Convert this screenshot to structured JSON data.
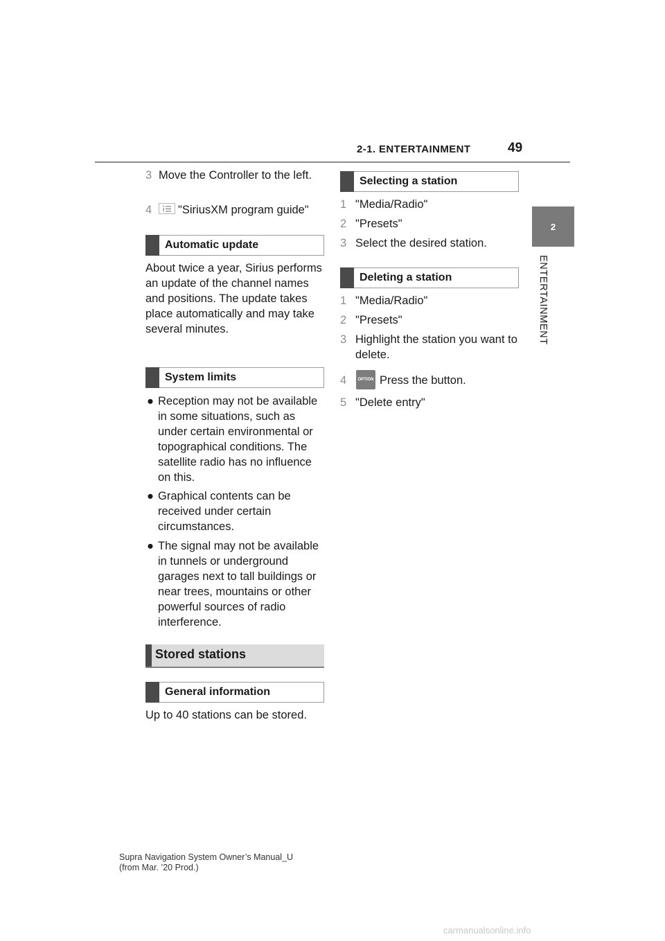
{
  "header": {
    "section": "2-1. ENTERTAINMENT",
    "page_number": "49"
  },
  "side_tab": {
    "chapter_number": "2",
    "chapter_label": "ENTERTAINMENT"
  },
  "left_column": {
    "step3_num": "3",
    "step3_text": "Move the Controller to the left.",
    "step4_num": "4",
    "step4_text": "\"SiriusXM program guide\"",
    "automatic_update_heading": "Automatic update",
    "automatic_update_text": "About twice a year, Sirius performs an update of the channel names and positions. The update takes place automatically and may take several minutes.",
    "system_limits_heading": "System limits",
    "bullets": [
      "Reception may not be available in some situations, such as under certain environmental or topographical conditions. The satellite radio has no influence on this.",
      "Graphical contents can be received under certain circumstances.",
      "The signal may not be available in tunnels or underground garages next to tall buildings or near trees, mountains or other powerful sources of radio interference."
    ],
    "stored_stations_heading": "Stored stations",
    "general_info_heading": "General information",
    "general_info_text": "Up to 40 stations can be stored."
  },
  "right_column": {
    "selecting_heading": "Selecting a station",
    "selecting_steps": [
      {
        "num": "1",
        "text": "\"Media/Radio\""
      },
      {
        "num": "2",
        "text": "\"Presets\""
      },
      {
        "num": "3",
        "text": "Select the desired station."
      }
    ],
    "deleting_heading": "Deleting a station",
    "deleting_steps": [
      {
        "num": "1",
        "text": "\"Media/Radio\""
      },
      {
        "num": "2",
        "text": "\"Presets\""
      },
      {
        "num": "3",
        "text": "Highlight the station you want to delete."
      },
      {
        "num": "4",
        "text": "Press the button."
      },
      {
        "num": "5",
        "text": "\"Delete entry\""
      }
    ],
    "option_icon_label": "OPTION"
  },
  "footer": {
    "line1": "Supra Navigation System Owner’s Manual_U",
    "line2": "(from Mar. ’20 Prod.)"
  },
  "watermark": "carmanualsonline.info",
  "bullet_glyph": "●"
}
